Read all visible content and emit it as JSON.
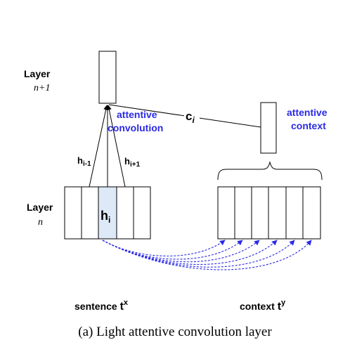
{
  "labels": {
    "layer_top_word": "Layer",
    "layer_top_idx": "n+1",
    "layer_bottom_word": "Layer",
    "layer_bottom_idx": "n",
    "attentive_convolution_1": "attentive",
    "attentive_convolution_2": "convolution",
    "attentive_context_1": "attentive",
    "attentive_context_2": "context",
    "c_base": "c",
    "c_sub": "i",
    "h_left_base": "h",
    "h_left_sub": "i-1",
    "h_right_base": "h",
    "h_right_sub": "i+1",
    "h_center_base": "h",
    "h_center_sub": "i",
    "sentence_word": "sentence ",
    "sentence_t": "t",
    "sentence_sup": "x",
    "context_word": "context ",
    "context_t": "t",
    "context_sup": "y",
    "caption": "(a)  Light attentive convolution layer"
  },
  "colors": {
    "accent_blue": "#2a2ae6",
    "highlight_cell": "#dde9f7",
    "ink": "#000000"
  }
}
